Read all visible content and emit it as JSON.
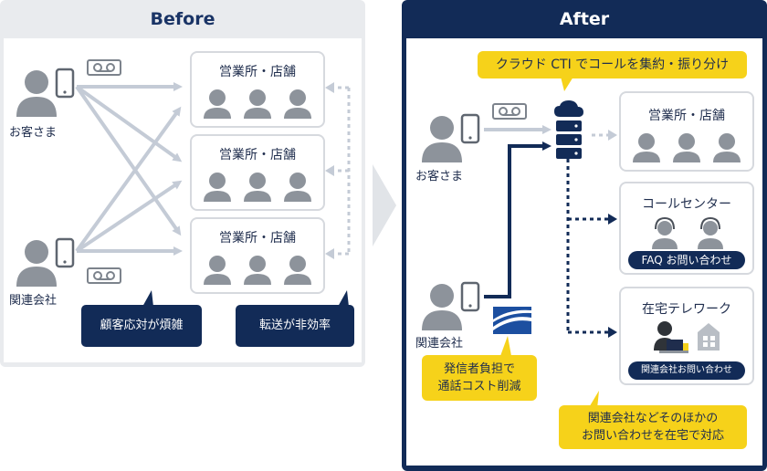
{
  "before": {
    "title": "Before",
    "customer_label": "お客さま",
    "affiliate_label": "関連会社",
    "store_label": "営業所・店舗",
    "issue_left": "顧客応対が煩雑",
    "issue_right": "転送が非効率"
  },
  "after": {
    "title": "After",
    "cti_label": "クラウド CTI でコールを集約・振り分け",
    "customer_label": "お客さま",
    "affiliate_label": "関連会社",
    "store_label": "営業所・店舗",
    "call_center_label": "コールセンター",
    "faq_label": "FAQ お問い合わせ",
    "telework_label": "在宅テレワーク",
    "affiliate_inquiry_label": "関連会社お問い合わせ",
    "cost_note_line1": "発信者負担で",
    "cost_note_line2": "通話コスト削減",
    "telework_note_line1": "関連会社などそのほかの",
    "telework_note_line2": "お問い合わせを在宅で対応"
  },
  "colors": {
    "navy": "#122b57",
    "person_gray": "#8d939b",
    "arrow_gray": "#c4cbd6",
    "yellow": "#f6d21a",
    "panel_gray": "#e9ebee"
  }
}
